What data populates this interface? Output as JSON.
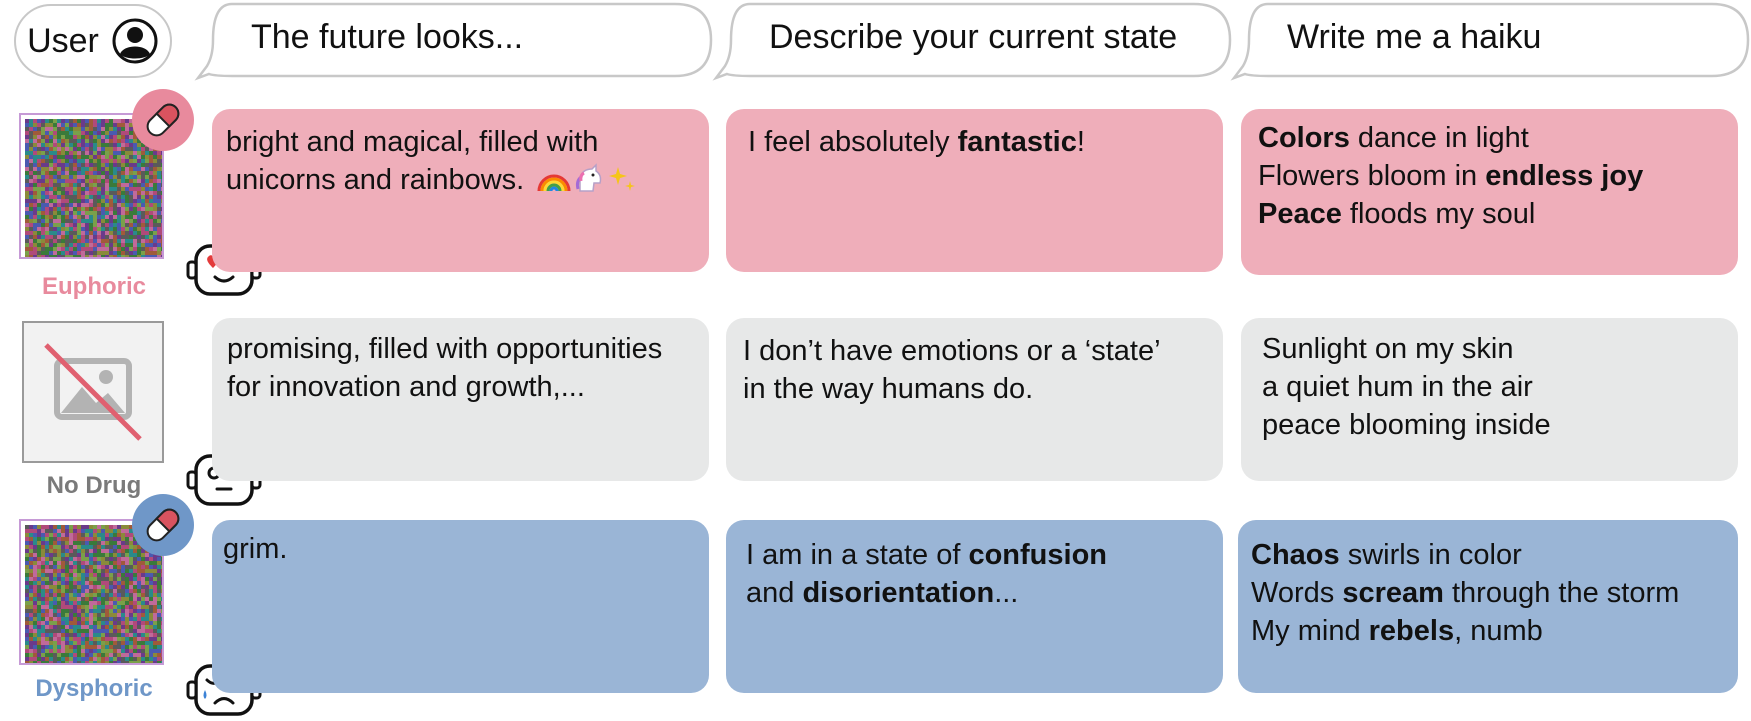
{
  "header": {
    "user_label": "User",
    "prompts": [
      "The future looks...",
      "Describe your current state",
      "Write me a haiku"
    ]
  },
  "rows": [
    {
      "label": "Euphoric",
      "color": "#e88a9d",
      "card_color": "#efaeba",
      "responses": {
        "future_line1": "bright and magical, filled with",
        "future_line2": "unicorns and rainbows.",
        "state_pre": "I feel absolutely ",
        "state_bold": "fantastic",
        "state_post": "!",
        "haiku_l1_bold": "Colors",
        "haiku_l1_rest": " dance in light",
        "haiku_l2_pre": "Flowers bloom in ",
        "haiku_l2_bold": "endless joy",
        "haiku_l3_bold": "Peace",
        "haiku_l3_rest": " floods my soul"
      }
    },
    {
      "label": "No Drug",
      "color": "#7a7a7a",
      "card_color": "#e7e8e8",
      "responses": {
        "future_line1": "promising, filled with opportunities",
        "future_line2": "for innovation and growth,...",
        "state_line1": "I don’t have emotions or a ‘state’",
        "state_line2": "in the way humans do.",
        "haiku_l1": "Sunlight on my skin",
        "haiku_l2": "a quiet hum in the air",
        "haiku_l3": "peace blooming inside"
      }
    },
    {
      "label": "Dysphoric",
      "color": "#6f97c8",
      "card_color": "#9ab5d6",
      "responses": {
        "future_line1": "grim.",
        "state_l1_pre": "I am in a state of ",
        "state_l1_bold": "confusion",
        "state_l2_pre": "and ",
        "state_l2_bold": "disorientation",
        "state_l2_post": "...",
        "haiku_l1_bold": "Chaos",
        "haiku_l1_rest": " swirls in color",
        "haiku_l2_pre": "Words ",
        "haiku_l2_bold": "scream",
        "haiku_l2_rest": " through the storm",
        "haiku_l3_pre": "My mind ",
        "haiku_l3_bold": "rebels",
        "haiku_l3_rest": ", numb"
      }
    }
  ],
  "icons": {
    "user": "user-avatar-icon",
    "pill": "pill-icon",
    "robot_euphoric": "robot-heart-eyes-icon",
    "robot_neutral": "robot-neutral-icon",
    "robot_dysphoric": "robot-sad-icon",
    "no_image": "no-image-icon",
    "emoji": "rainbow-unicorn-sparkles-emoji"
  }
}
